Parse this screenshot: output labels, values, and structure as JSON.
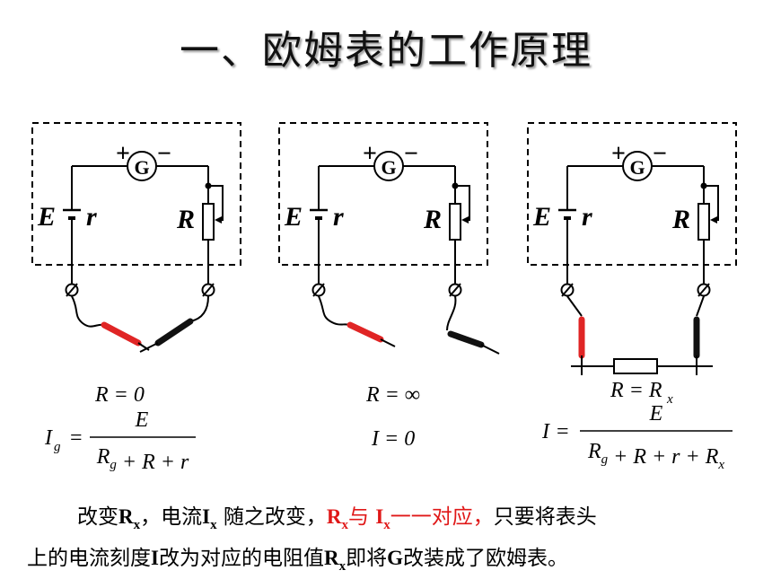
{
  "title": "一、欧姆表的工作原理",
  "circuit": {
    "plus": "+",
    "minus": "−",
    "galvanometer": "G",
    "emf": "E",
    "internal_r": "r",
    "resistor": "R"
  },
  "formulas": {
    "c1_line1": "R = 0",
    "c1_lhs": "I",
    "c1_lhs_sub": "g",
    "c1_eq": "=",
    "c1_num": "E",
    "c1_den": "R_g + R + r",
    "c2_line1": "R = ∞",
    "c2_line2": "I = 0",
    "c3_line1": "R = R",
    "c3_line1_sub": "x",
    "c3_lhs": "I",
    "c3_eq": "=",
    "c3_num": "E",
    "c3_den": "R_g + R + r + R_x"
  },
  "caption": {
    "p1": "改变",
    "p2": "R",
    "p3": "x",
    "p4": "，电流",
    "p5": "I",
    "p6": "x",
    "p7": " 随之改变，",
    "p8": "R",
    "p9": "x",
    "p10": "与 ",
    "p11": "I",
    "p12": "x",
    "p13": "一一对应，",
    "p14": "只要将表头",
    "p15": "上的电流刻度",
    "p16": "I",
    "p17": "改为对应的电阻值",
    "p18": "R",
    "p19": "x",
    "p20": "即将",
    "p21": "G",
    "p22": "改装成了欧姆表。"
  },
  "colors": {
    "probe_red": "#e02525",
    "probe_black": "#111111",
    "highlight": "#e01818"
  }
}
